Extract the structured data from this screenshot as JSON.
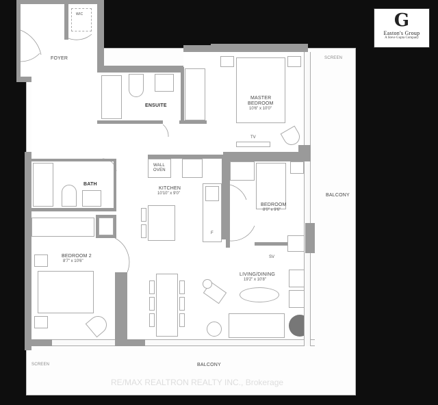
{
  "logo": {
    "glyph": "G",
    "name": "Easton's Group",
    "tagline": "A Steve Gupta Company"
  },
  "rooms": {
    "foyer": {
      "label": "FOYER"
    },
    "wic": {
      "label": "WIC"
    },
    "ensuite": {
      "label": "ENSUITE"
    },
    "master_bedroom": {
      "label_line1": "MASTER",
      "label_line2": "BEDROOM",
      "dimensions": "10'6\" x 10'0\""
    },
    "master_tv": {
      "label": "TV"
    },
    "kitchen": {
      "label": "KITCHEN",
      "dimensions": "10'10\" x 9'0\""
    },
    "wall_oven": {
      "label_line1": "WALL",
      "label_line2": "OVEN"
    },
    "fridge": {
      "label": "F"
    },
    "bath": {
      "label": "BATH"
    },
    "bedroom": {
      "label": "BEDROOM",
      "dimensions": "8'0\" x 9'6\""
    },
    "bedroom_tv": {
      "label": "SV"
    },
    "bedroom2": {
      "label": "BEDROOM 2",
      "dimensions": "8'7\" x 10'6\""
    },
    "living_dining": {
      "label": "LIVING/DINING",
      "dimensions": "19'2\" x 10'8\""
    }
  },
  "outdoor": {
    "screen_top": "SCREEN",
    "balcony_right": "BALCONY",
    "screen_bottom": "SCREEN",
    "balcony_bottom": "BALCONY"
  },
  "watermark": "RE/MAX REALTRON REALTY INC., Brokerage",
  "colors": {
    "background": "#0e0e0e",
    "wall": "#9a9a9a",
    "floor": "#ffffff"
  }
}
